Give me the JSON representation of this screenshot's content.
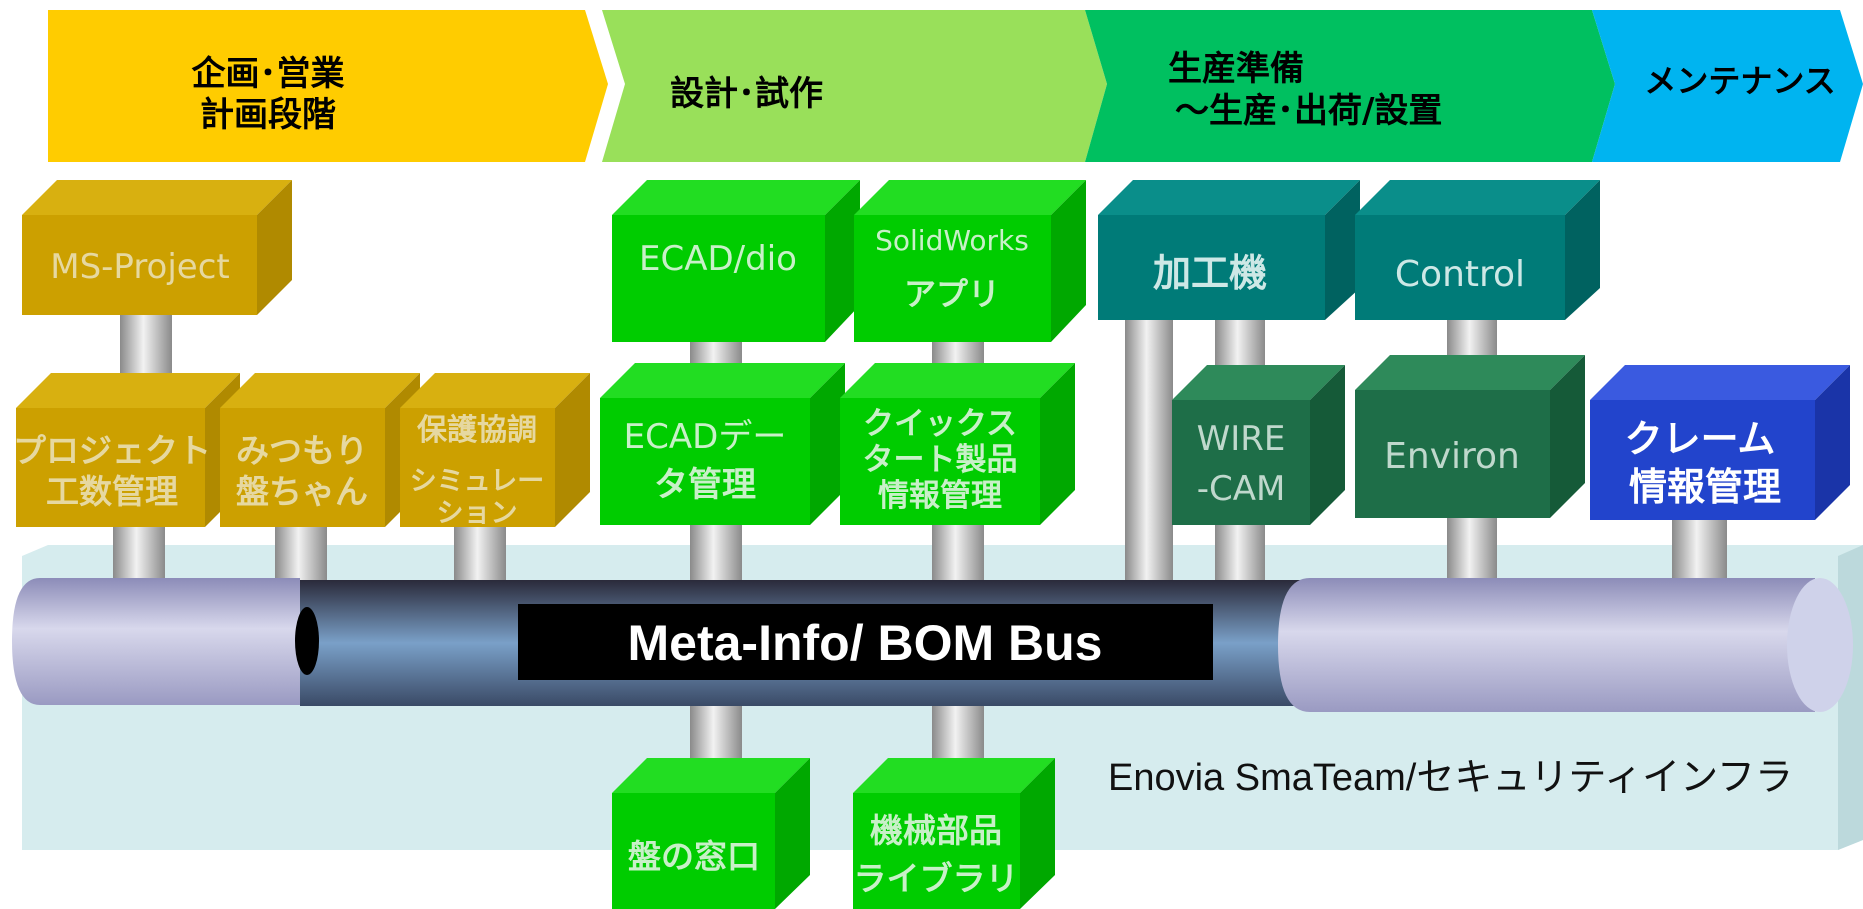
{
  "phases": [
    {
      "line1": "企画･営業",
      "line2": "計画段階"
    },
    {
      "line1": "設計･試作",
      "line2": ""
    },
    {
      "line1": "生産準備",
      "line2": "～生産･出荷/設置"
    },
    {
      "line1": "メンテナンス",
      "line2": ""
    }
  ],
  "systems": {
    "ms_project": "MS-Project",
    "ecad_dio": "ECAD/dio",
    "solidworks_app_1": "SolidWorks",
    "solidworks_app_2": "アプリ",
    "kakouki": "加工機",
    "control": "Control",
    "project_manage_1": "プロジェクト",
    "project_manage_2": "工数管理",
    "mitsumori_1": "みつもり",
    "mitsumori_2": "盤ちゃん",
    "hogo_1": "保護協調",
    "hogo_2": "シミュレー",
    "hogo_3": "ション",
    "ecad_data_1": "ECADデー",
    "ecad_data_2": "タ管理",
    "quick_1": "クイックス",
    "quick_2": "タート製品",
    "quick_3": "情報管理",
    "wire_1": "WIRE",
    "wire_2": "-CAM",
    "environ": "Environ",
    "claim_1": "クレーム",
    "claim_2": "情報管理",
    "ban_madoguchi": "盤の窓口",
    "kikai_1": "機械部品",
    "kikai_2": "ライブラリ"
  },
  "bus": {
    "label": "Meta-Info/ BOM  Bus"
  },
  "infra": {
    "label": "Enovia SmaTeam/セキュリティインフラ"
  },
  "colors": {
    "phase_planning": "#FFCC00",
    "phase_design": "#99E05A",
    "phase_production": "#00C060",
    "phase_maintenance": "#00B4F0",
    "box_gold": "#CCA000",
    "box_green": "#00CC00",
    "box_teal": "#007B78",
    "box_darkgreen": "#1E6E48",
    "box_blue": "#2244CC",
    "bus_label_bg": "#000000"
  }
}
